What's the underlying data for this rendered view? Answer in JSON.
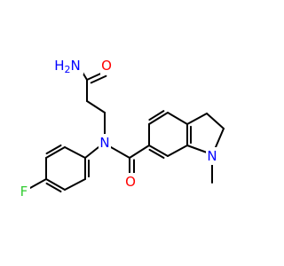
{
  "molecule": {
    "atoms": {
      "amide_h2n": {
        "label": "H2N",
        "display": [
          "H",
          "2",
          "N"
        ],
        "color": "#0000ff"
      },
      "amide_o": {
        "label": "O",
        "color": "#ff0000"
      },
      "amide_n": {
        "label": "N",
        "color": "#0000ff"
      },
      "carbonyl_o": {
        "label": "O",
        "color": "#ff0000"
      },
      "fluorine": {
        "label": "F",
        "color": "#33cc33"
      },
      "ring_n": {
        "label": "N",
        "color": "#0000ff"
      }
    },
    "colors": {
      "bond": "#000000",
      "background": "#ffffff"
    }
  }
}
